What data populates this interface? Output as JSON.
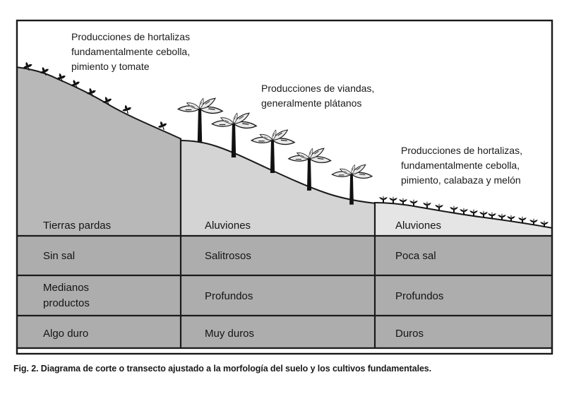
{
  "figure": {
    "caption": "Fig. 2. Diagrama de corte o transecto ajustado a la morfología del suelo y los cultivos fundamentales."
  },
  "annotations": [
    {
      "id": "left-slope-crops",
      "lines": [
        "Producciones de hortalizas",
        "fundamentalmente cebolla,",
        "pimiento y tomate"
      ]
    },
    {
      "id": "middle-slope-crops",
      "lines": [
        "Producciones de viandas,",
        "generalmente plátanos"
      ]
    },
    {
      "id": "right-slope-crops",
      "lines": [
        "Producciones de hortalizas,",
        "fundamentalmente cebolla,",
        "pimiento, calabaza y melón"
      ]
    }
  ],
  "table": {
    "columns": [
      {
        "header": "Tierras pardas",
        "rows": [
          [
            "Sin sal"
          ],
          [
            "Medianos",
            "productos"
          ],
          [
            "Algo duro"
          ]
        ]
      },
      {
        "header": "Aluviones",
        "rows": [
          [
            "Salitrosos"
          ],
          [
            "Profundos"
          ],
          [
            "Muy duros"
          ]
        ]
      },
      {
        "header": "Aluviones",
        "rows": [
          [
            "Poca sal"
          ],
          [
            "Profundos"
          ],
          [
            "Duros"
          ]
        ]
      }
    ]
  },
  "icons": {
    "left_slope": "sprout-plant-icon",
    "middle_slope": "banana-plant-icon",
    "right_slope": "shrub-plant-icon"
  },
  "colors": {
    "background": "#ffffff",
    "line": "#1a1a1a",
    "terrain_left": "#b7b8b7",
    "terrain_middle": "#d3d4d3",
    "terrain_right": "#e4e5e4",
    "table_row_fill": "#acadac",
    "leaf_fill": "#e9e9e9",
    "plant_black": "#111111"
  }
}
